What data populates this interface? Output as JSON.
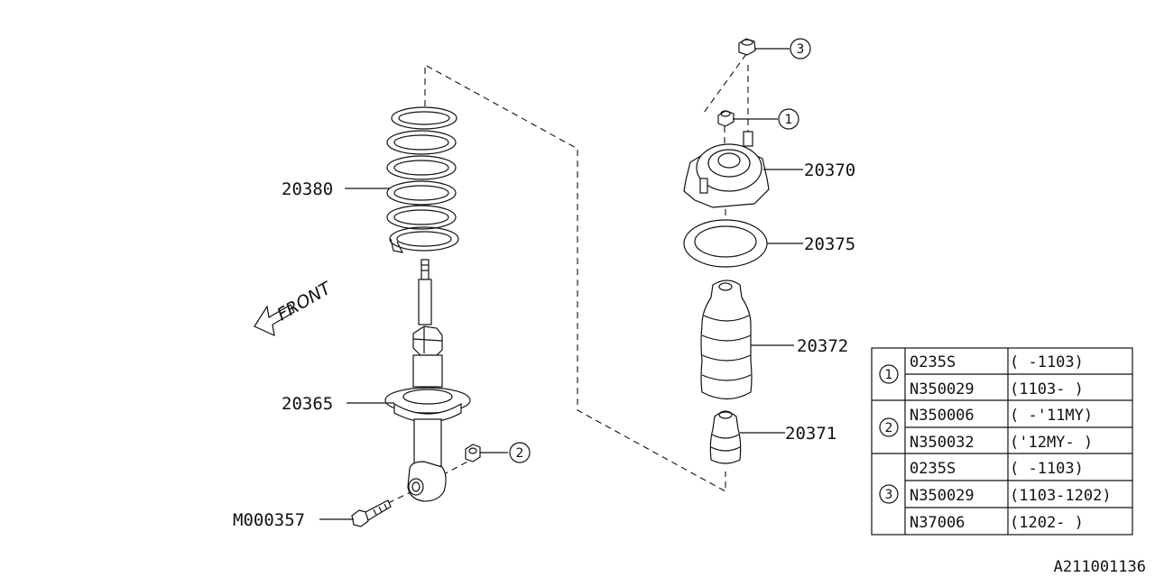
{
  "parts": {
    "coil_spring": "20380",
    "strut": "20365",
    "bolt": "M000357",
    "upper_mount": "20370",
    "spring_seat": "20375",
    "bump_boot": "20372",
    "bump_stop": "20371"
  },
  "callouts": {
    "c1": "1",
    "c2": "2",
    "c3": "3"
  },
  "front_label": "FRONT",
  "table": {
    "groups": [
      {
        "ref": "1",
        "rows": [
          {
            "part": "0235S",
            "range": "( -1103)"
          },
          {
            "part": "N350029",
            "range": "(1103- )"
          }
        ]
      },
      {
        "ref": "2",
        "rows": [
          {
            "part": "N350006",
            "range": "( -'11MY)"
          },
          {
            "part": "N350032",
            "range": "('12MY- )"
          }
        ]
      },
      {
        "ref": "3",
        "rows": [
          {
            "part": "0235S",
            "range": "( -1103)"
          },
          {
            "part": "N350029",
            "range": "(1103-1202)"
          },
          {
            "part": "N37006",
            "range": "(1202- )"
          }
        ]
      }
    ]
  },
  "diagram_id": "A211001136"
}
